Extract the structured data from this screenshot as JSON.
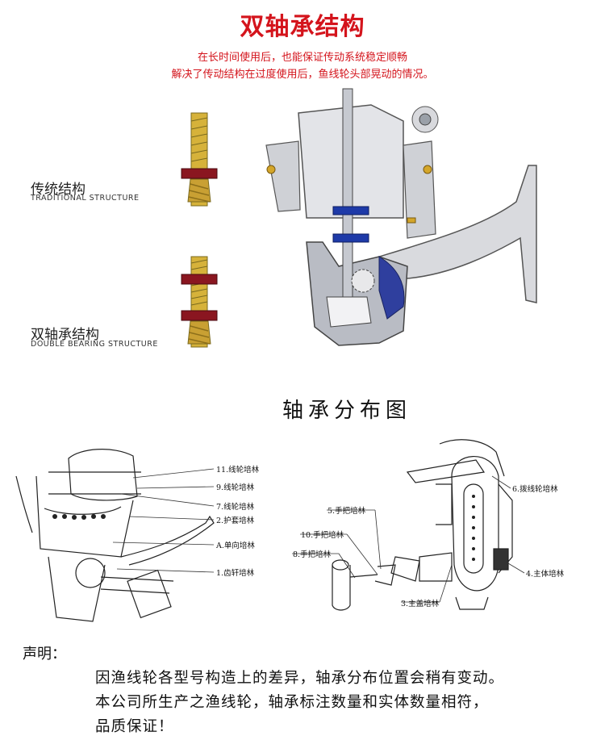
{
  "header": {
    "title": "双轴承结构",
    "line1": "在长时间使用后，也能保证传动系统稳定顺畅",
    "line2": "解决了传动结构在过度使用后，鱼线轮头部晃动的情况。"
  },
  "comparison": {
    "traditional_cn": "传统结构",
    "traditional_en": "TRADITIONAL STRUCTURE",
    "double_cn": "双轴承结构",
    "double_en": "DOUBLE BEARING STRUCTURE"
  },
  "colors": {
    "accent_red": "#d4141c",
    "shaft_gold": "#d6b23a",
    "bearing_red": "#8a1620",
    "bearing_blue": "#1e3aa8"
  },
  "distribution": {
    "title": "轴承分布图",
    "left_labels": [
      "11.线轮培林",
      "9.线轮培林",
      "7.线轮培林",
      "2.护套培林",
      "A.单向培林",
      "1.齿轩培林"
    ],
    "right_labels": [
      "5.手把培林",
      "10.手把培林",
      "8.手把培林",
      "6.拨线轮培林",
      "4.主体培林",
      "3.主盖培林"
    ]
  },
  "statement": {
    "title": "声明：",
    "line1": "因渔线轮各型号构造上的差异，轴承分布位置会稍有变动。",
    "line2": "本公司所生产之渔线轮，轴承标注数量和实体数量相符，",
    "line3": "品质保证！"
  }
}
